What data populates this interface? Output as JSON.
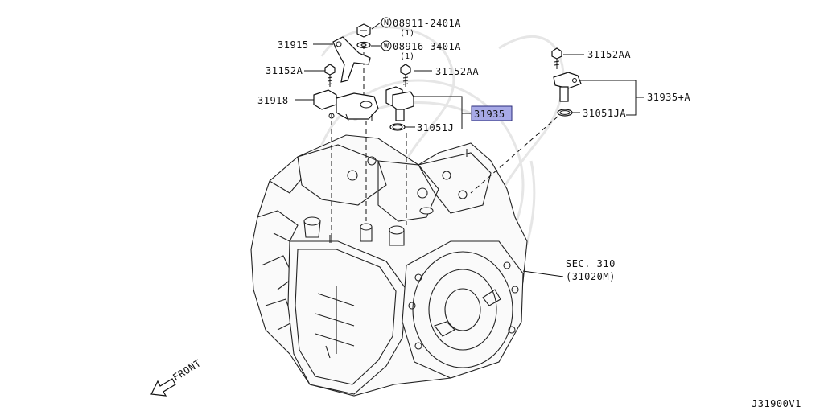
{
  "parts": {
    "nut_ref": "08911-2401A",
    "nut_qty": "(1)",
    "nut_marker": "N",
    "washer_ref": "08916-3401A",
    "washer_qty": "(1)",
    "washer_marker": "W",
    "bracket": "31915",
    "bolt_left": "31152A",
    "sensor_left": "31918",
    "bolt_mid": "31152AA",
    "sensor_mid": "31935",
    "oring_mid": "31051J",
    "bolt_right": "31152AA",
    "sensor_right": "31935+A",
    "oring_right": "31051JA",
    "section": "SEC. 310",
    "section_part": "(31020M)",
    "front": "FRONT",
    "figure_code": "J31900V1"
  },
  "colors": {
    "highlight_fill": "#a7a9e6",
    "highlight_stroke": "#2a2a7a",
    "line": "#111111",
    "watermark": "#e6e6e6"
  }
}
